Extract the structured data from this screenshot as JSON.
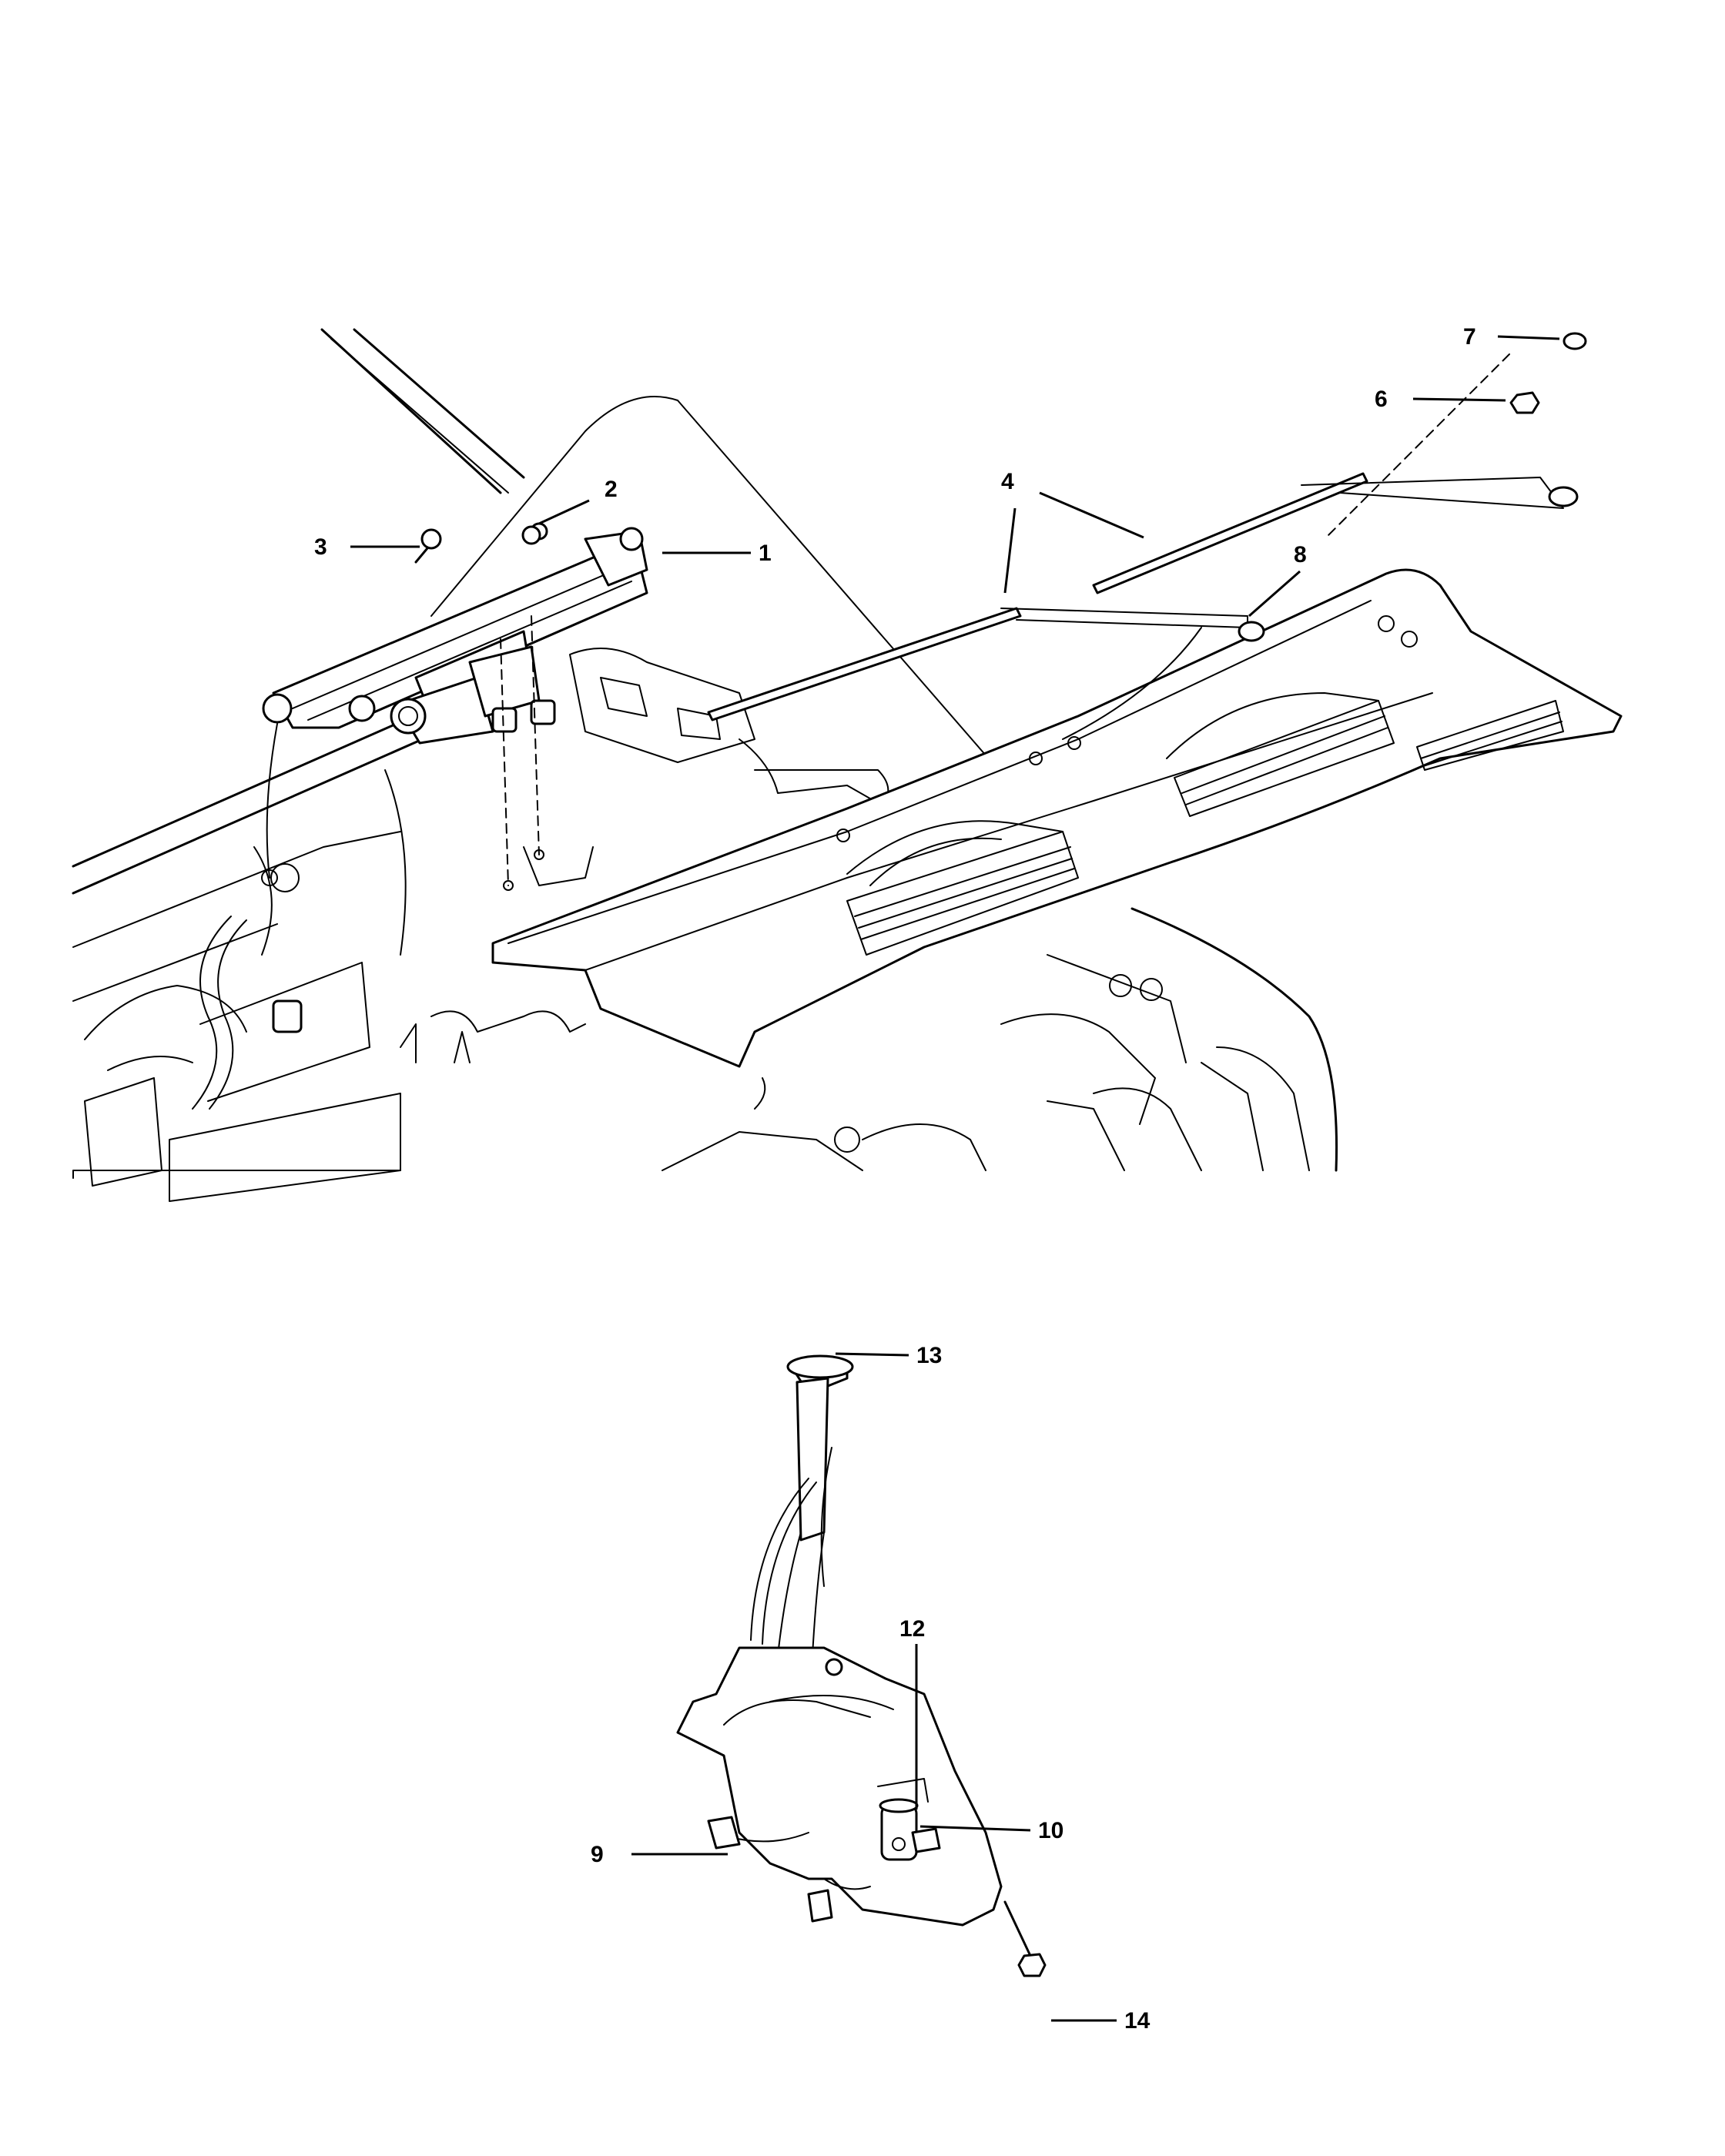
{
  "callouts": {
    "c1": "1",
    "c2": "2",
    "c3": "3",
    "c4": "4",
    "c6": "6",
    "c7": "7",
    "c8": "8",
    "c9": "9",
    "c10": "10",
    "c12": "12",
    "c13": "13",
    "c14": "14"
  }
}
